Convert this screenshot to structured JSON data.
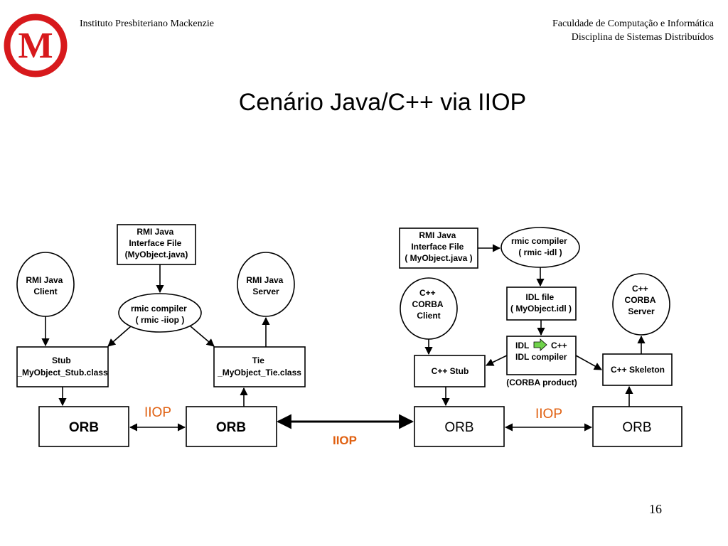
{
  "header": {
    "institution": "Instituto Presbiteriano Mackenzie",
    "faculty": "Faculdade de Computação e Informática",
    "discipline": "Disciplina de Sistemas Distribuídos"
  },
  "logo": {
    "letter": "M",
    "color": "#d7191c"
  },
  "title": "Cenário Java/C++ via IIOP",
  "page_number": "16",
  "colors": {
    "iiop": "#e06010",
    "idl_arrow": "#6fd24a"
  },
  "java_side": {
    "interface_file": [
      "RMI Java",
      "Interface File",
      "(MyObject.java)"
    ],
    "client": [
      "RMI Java",
      "Client"
    ],
    "server": [
      "RMI Java",
      "Server"
    ],
    "compiler": [
      "rmic compiler",
      "( rmic -iiop )"
    ],
    "stub": [
      "Stub",
      "_MyObject_Stub.class"
    ],
    "tie": [
      "Tie",
      "_MyObject_Tie.class"
    ],
    "orb_left": "ORB",
    "orb_right": "ORB",
    "link_label": "IIOP"
  },
  "middle_link_label": "IIOP",
  "cpp_side": {
    "interface_file": [
      "RMI Java",
      "Interface File",
      "( MyObject.java )"
    ],
    "compiler": [
      "rmic compiler",
      "( rmic -idl )"
    ],
    "idl_file": [
      "IDL file",
      "( MyObject.idl )"
    ],
    "client": [
      "C++",
      "CORBA",
      "Client"
    ],
    "server": [
      "C++",
      "CORBA",
      "Server"
    ],
    "idl_compiler": {
      "from": "IDL",
      "to": "C++",
      "line2": "IDL compiler",
      "note": "(CORBA product)"
    },
    "stub": "C++ Stub",
    "skeleton": "C++ Skeleton",
    "orb_left": "ORB",
    "orb_right": "ORB",
    "link_label": "IIOP"
  }
}
